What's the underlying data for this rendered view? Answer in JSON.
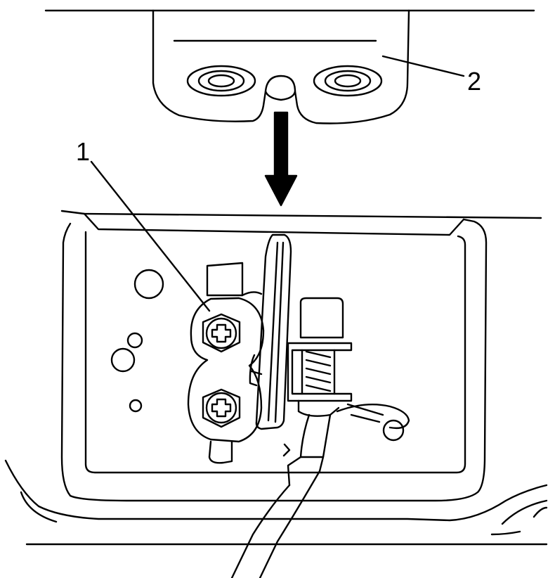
{
  "diagram": {
    "callouts": [
      {
        "id": "1",
        "label": "1"
      },
      {
        "id": "2",
        "label": "2"
      }
    ],
    "colors": {
      "line": "#000000",
      "fill": "#ffffff",
      "arrow": "#000000"
    }
  }
}
